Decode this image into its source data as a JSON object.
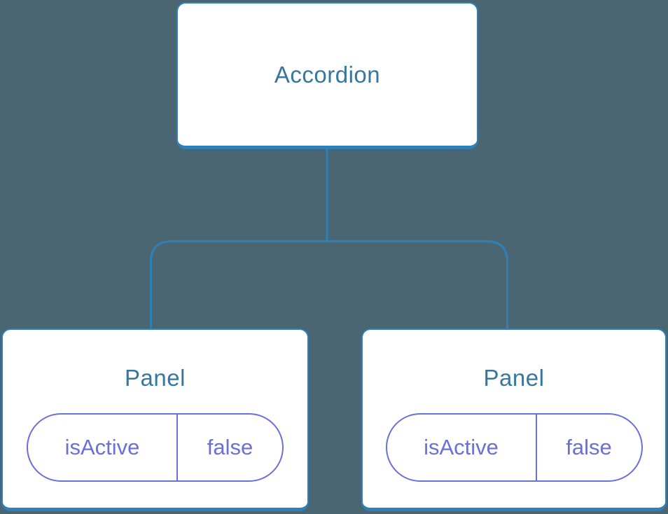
{
  "diagram": {
    "root_node": {
      "label": "Accordion"
    },
    "child_nodes": [
      {
        "label": "Panel",
        "state_key": "isActive",
        "state_value": "false"
      },
      {
        "label": "Panel",
        "state_key": "isActive",
        "state_value": "false"
      }
    ],
    "colors": {
      "background": "#4a6673",
      "node_background": "#ffffff",
      "node_border_blue": "#2f80b8",
      "node_text_blue": "#35779f",
      "state_purple": "#6a6fd9"
    }
  }
}
